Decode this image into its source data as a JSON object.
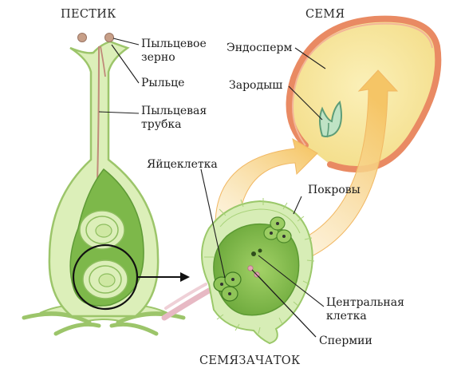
{
  "titles": {
    "pistil": "ПЕСТИК",
    "seed": "СЕМЯ",
    "ovule": "СЕМЯЗАЧАТОК"
  },
  "labels": {
    "pollen_grain_1": "Пыльцевое",
    "pollen_grain_2": "зерно",
    "stigma": "Рыльце",
    "pollen_tube_1": "Пыльцевая",
    "pollen_tube_2": "трубка",
    "endosperm": "Эндосперм",
    "embryo": "Зародыш",
    "egg_cell": "Яйцеклетка",
    "integuments": "Покровы",
    "central_cell_1": "Центральная",
    "central_cell_2": "клетка",
    "sperm": "Спермии"
  },
  "colors": {
    "pistil_fill": "#dcefb9",
    "pistil_stroke": "#9cc56a",
    "ovary_cavity": "#7db84a",
    "seed_fill": "#f8e79e",
    "seed_coat": "#e98a63",
    "ovule_fill": "#86bf4d",
    "arrow_fill": "#f8d68d"
  }
}
